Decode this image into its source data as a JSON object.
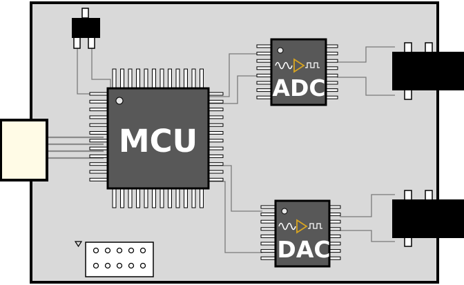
{
  "labels": {
    "mcu": "MCU",
    "adc": "ADC",
    "dac": "DAC"
  },
  "colors": {
    "board": "#d9d9d9",
    "outline": "#000000",
    "chip": "#585858",
    "pin": "#f7f7f7",
    "trace": "#7a7a7a",
    "usb_plug": "#fffbe6",
    "jack": "#000000",
    "amp": "#d9a520",
    "wave": "#ffffff"
  },
  "icons": {
    "mcu": "pin1-dot",
    "adc": "sine-to-square-waveform-icon",
    "dac": "sine-to-square-waveform-icon",
    "header": "pin1-triangle-icon"
  }
}
